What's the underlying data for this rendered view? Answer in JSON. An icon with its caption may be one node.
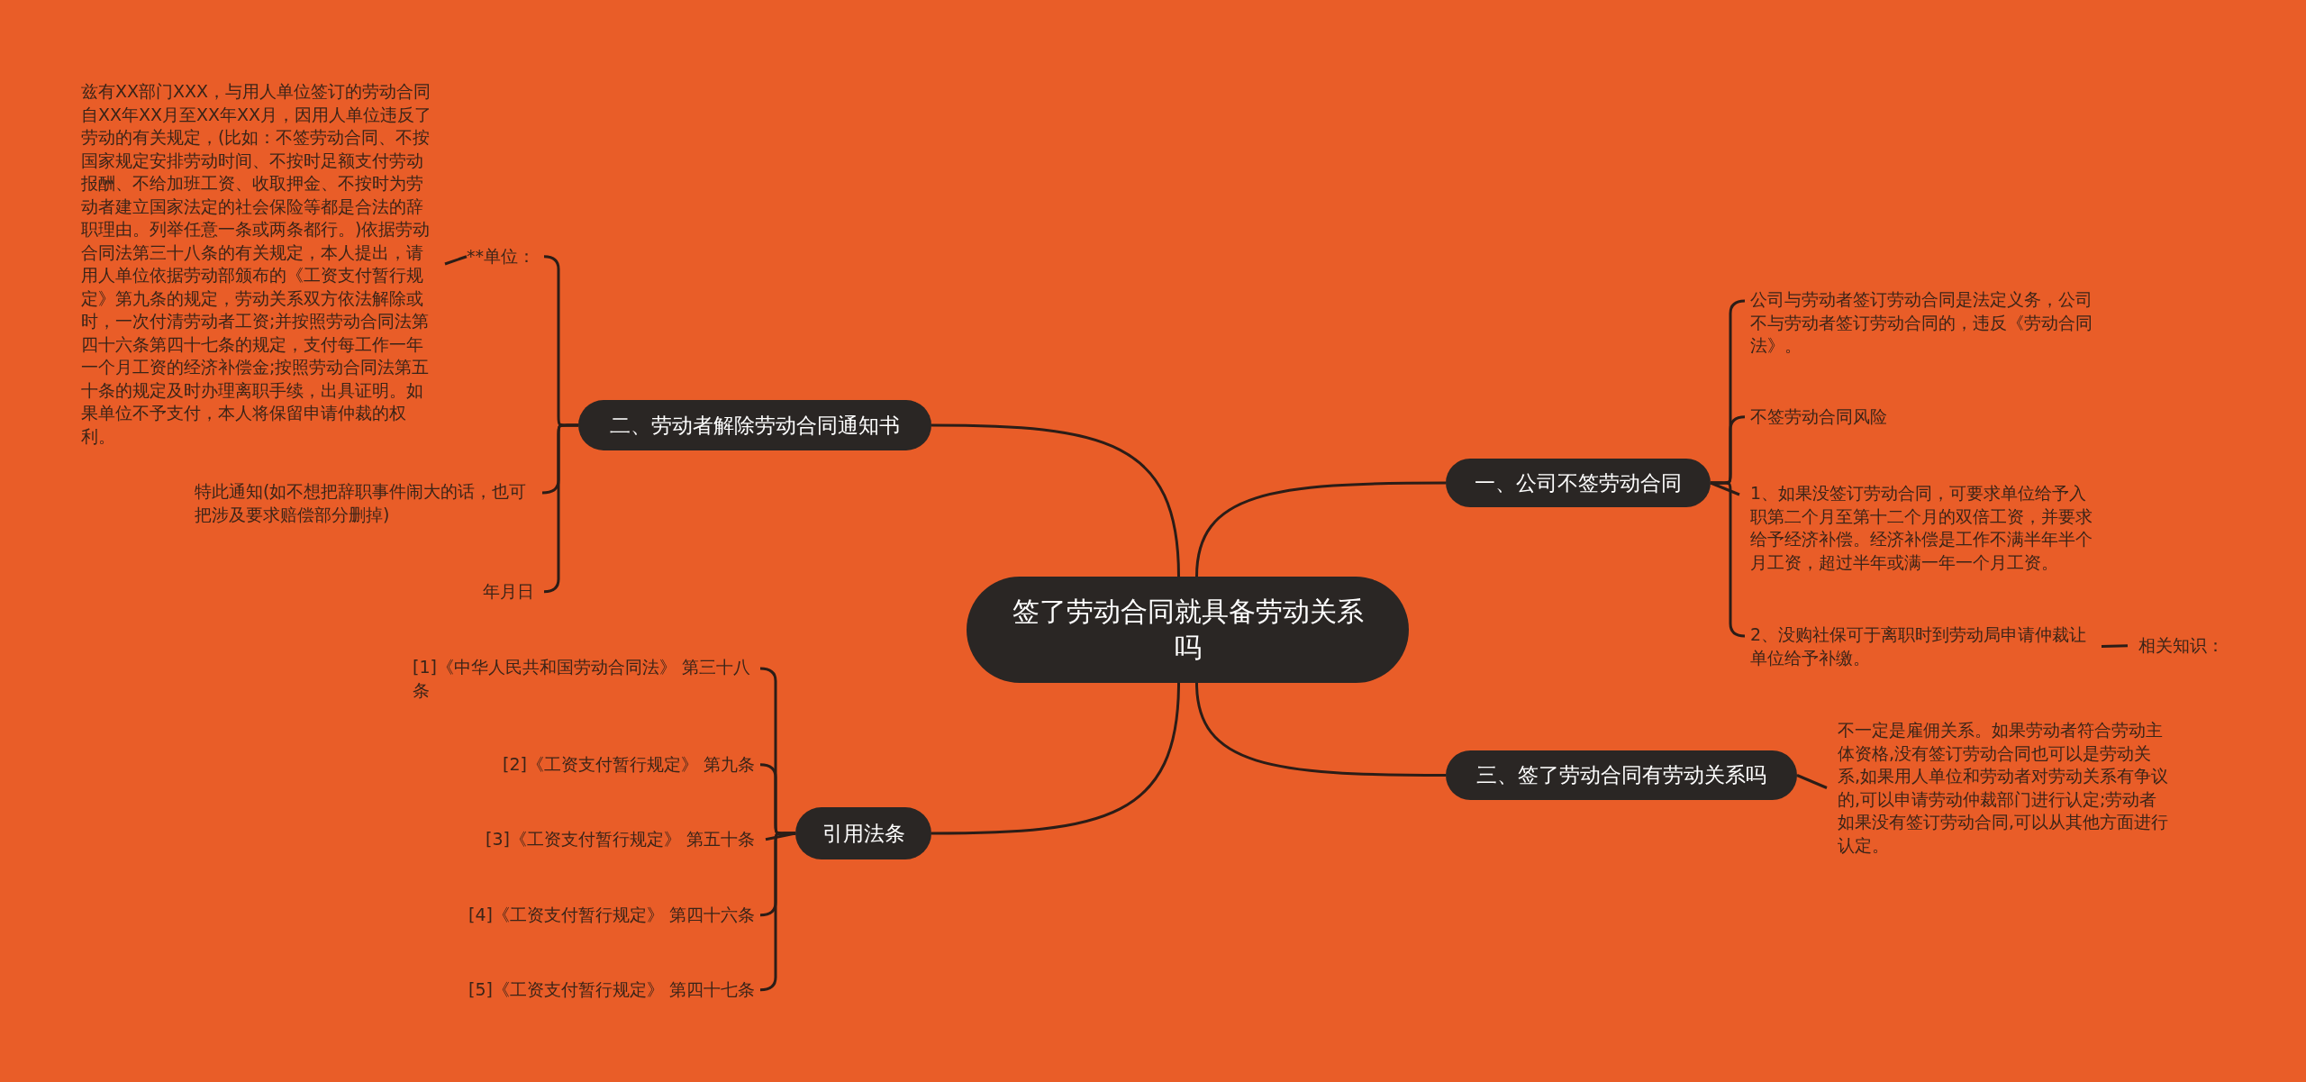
{
  "diagram": {
    "nodes": [
      {
        "text": [
          "签了劳动合同就具备劳动关系吗"
        ]
      },
      {
        "text": [
          "一、公司不签劳动合同"
        ]
      },
      {
        "text": [
          "二、劳动者解除劳动合同通知书"
        ]
      },
      {
        "text": [
          "三、签了劳动合同有劳动关系吗"
        ]
      },
      {
        "text": [
          "引用法条"
        ]
      },
      {
        "text": [
          "公司与劳动者签订劳动合同是法定义务，公司不与劳动者签订劳动合同的，违反《劳动合同法》。"
        ]
      },
      {
        "text": [
          "不签劳动合同风险"
        ]
      },
      {
        "text": [
          "1、如果没签订劳动合同，可要求单位给予入职第二个月至第十二个月的双倍工资，并要求给予经济补偿。经济补偿是工作不满半年半个月工资，超过半年或满一年一个月工资。"
        ]
      },
      {
        "text": [
          "2、没购社保可于离职时到劳动局申请仲裁让单位给予补缴。"
        ]
      },
      {
        "text": [
          "相关知识："
        ]
      },
      {
        "text": [
          "不一定是雇佣关系。如果劳动者符合劳动主体资格,没有签订劳动合同也可以是劳动关系,如果用人单位和劳动者对劳动关系有争议的,可以申请劳动仲裁部门进行认定;劳动者如果没有签订劳动合同,可以从其他方面进行认定。"
        ]
      },
      {
        "text": [
          "**单位："
        ]
      },
      {
        "text": [
          "兹有XX部门XXX，与用人单位签订的劳动合同自XX年XX月至XX年XX月，因用人单位违反了劳动的有关规定，(比如：不签劳动合同、不按国家规定安排劳动时间、不按时足额支付劳动报酬、不给加班工资、收取押金、不按时为劳动者建立国家法定的社会保险等都是合法的辞职理由。列举任意一条或两条都行。)依据劳动合同法第三十八条的有关规定，本人提出，请用人单位依据劳动部颁布的《工资支付暂行规定》第九条的规定，劳动关系双方依法解除或时，一次付清劳动者工资;并按照劳动合同法第四十六条第四十七条的规定，支付每工作一年一个月工资的经济补偿金;按照劳动合同法第五十条的规定及时办理离职手续，出具证明。如果单位不予支付，本人将保留申请仲裁的权利。"
        ]
      },
      {
        "text": [
          "特此通知(如不想把辞职事件闹大的话，也可把涉及要求赔偿部分删掉)"
        ]
      },
      {
        "text": [
          "年月日"
        ]
      },
      {
        "text": [
          "[1]《中华人民共和国劳动合同法》 第三十八条"
        ]
      },
      {
        "text": [
          "[2]《工资支付暂行规定》 第九条"
        ]
      },
      {
        "text": [
          "[3]《工资支付暂行规定》 第五十条"
        ]
      },
      {
        "text": [
          "[4]《工资支付暂行规定》 第四十六条"
        ]
      },
      {
        "text": [
          "[5]《工资支付暂行规定》 第四十七条"
        ]
      }
    ],
    "edges": [
      {
        "from": 0,
        "to": 1,
        "arrow": "none"
      },
      {
        "from": 0,
        "to": 2,
        "arrow": "none"
      },
      {
        "from": 0,
        "to": 3,
        "arrow": "none"
      },
      {
        "from": 0,
        "to": 4,
        "arrow": "none"
      },
      {
        "from": 1,
        "to": 5,
        "arrow": "none"
      },
      {
        "from": 1,
        "to": 6,
        "arrow": "none"
      },
      {
        "from": 1,
        "to": 7,
        "arrow": "none"
      },
      {
        "from": 1,
        "to": 8,
        "arrow": "none"
      },
      {
        "from": 8,
        "to": 9,
        "arrow": "none"
      },
      {
        "from": 3,
        "to": 10,
        "arrow": "none"
      },
      {
        "from": 2,
        "to": 11,
        "arrow": "none"
      },
      {
        "from": 11,
        "to": 12,
        "arrow": "none"
      },
      {
        "from": 2,
        "to": 13,
        "arrow": "none"
      },
      {
        "from": 2,
        "to": 14,
        "arrow": "none"
      },
      {
        "from": 4,
        "to": 15,
        "arrow": "none"
      },
      {
        "from": 4,
        "to": 16,
        "arrow": "none"
      },
      {
        "from": 4,
        "to": 17,
        "arrow": "none"
      },
      {
        "from": 4,
        "to": 18,
        "arrow": "none"
      },
      {
        "from": 4,
        "to": 19,
        "arrow": "none"
      }
    ]
  }
}
